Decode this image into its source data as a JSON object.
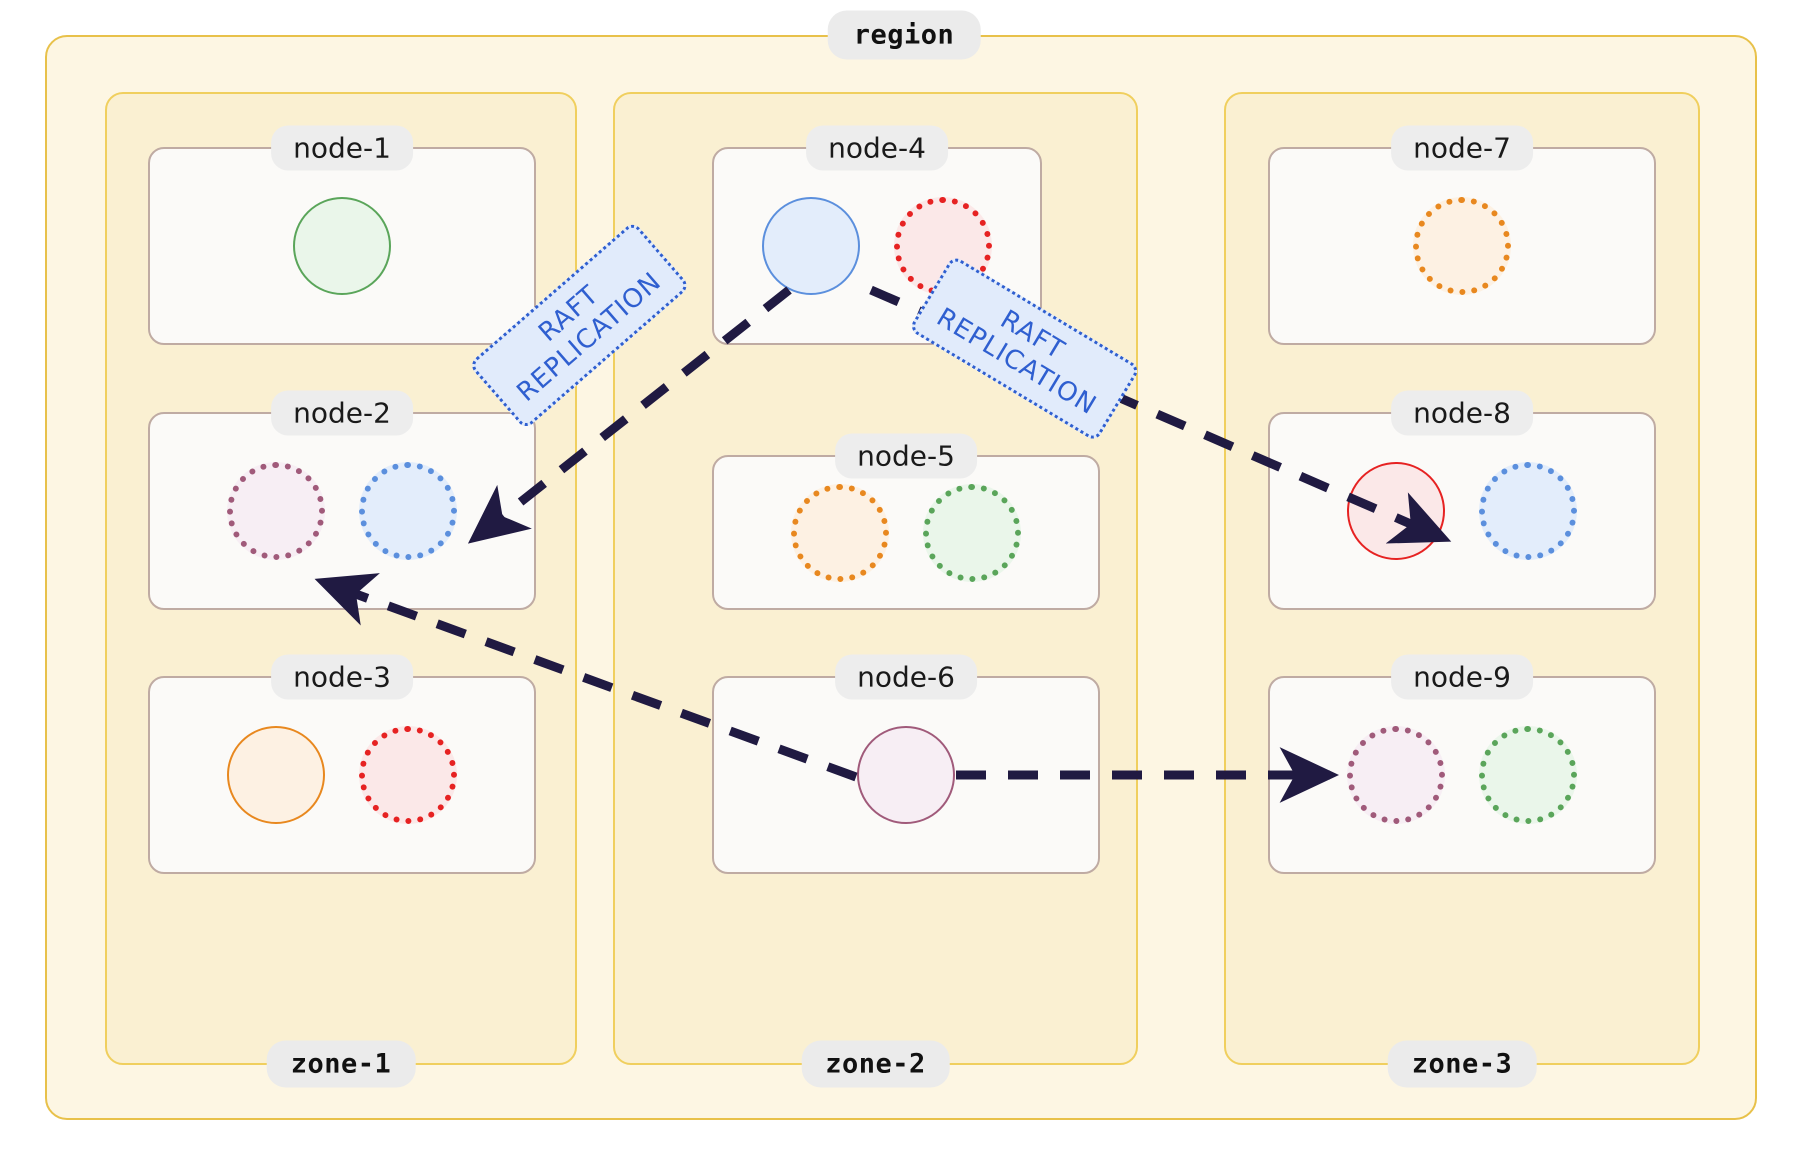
{
  "region": {
    "label": "region"
  },
  "zones": [
    {
      "id": "zone-1",
      "label": "zone-1"
    },
    {
      "id": "zone-2",
      "label": "zone-2"
    },
    {
      "id": "zone-3",
      "label": "zone-3"
    }
  ],
  "nodes": [
    {
      "id": "node-1",
      "label": "node-1",
      "zone": "zone-1",
      "row": 1,
      "shards": [
        {
          "color": "#5aa55a",
          "fill": "#eaf6ea",
          "style": "solid"
        }
      ]
    },
    {
      "id": "node-2",
      "label": "node-2",
      "zone": "zone-1",
      "row": 2,
      "shards": [
        {
          "color": "#a05a7a",
          "fill": "#f7eef4",
          "style": "dotted"
        },
        {
          "color": "#5b8fdd",
          "fill": "#e3edfb",
          "style": "dotted"
        }
      ]
    },
    {
      "id": "node-3",
      "label": "node-3",
      "zone": "zone-1",
      "row": 3,
      "shards": [
        {
          "color": "#e8881f",
          "fill": "#fdf1e3",
          "style": "solid"
        },
        {
          "color": "#e62222",
          "fill": "#fbe8e8",
          "style": "dotted"
        }
      ]
    },
    {
      "id": "node-4",
      "label": "node-4",
      "zone": "zone-2",
      "row": 1,
      "shards": [
        {
          "color": "#5b8fdd",
          "fill": "#e3edfb",
          "style": "solid"
        },
        {
          "color": "#e62222",
          "fill": "#fbe8e8",
          "style": "dotted"
        }
      ]
    },
    {
      "id": "node-5",
      "label": "node-5",
      "zone": "zone-2",
      "row": 2,
      "shards": [
        {
          "color": "#e8881f",
          "fill": "#fdf1e3",
          "style": "dotted"
        },
        {
          "color": "#5aa55a",
          "fill": "#eaf6ea",
          "style": "dotted"
        }
      ]
    },
    {
      "id": "node-6",
      "label": "node-6",
      "zone": "zone-2",
      "row": 3,
      "shards": [
        {
          "color": "#a05a7a",
          "fill": "#f7eef4",
          "style": "solid"
        }
      ]
    },
    {
      "id": "node-7",
      "label": "node-7",
      "zone": "zone-3",
      "row": 1,
      "shards": [
        {
          "color": "#e8881f",
          "fill": "#fdf1e3",
          "style": "dotted"
        }
      ]
    },
    {
      "id": "node-8",
      "label": "node-8",
      "zone": "zone-3",
      "row": 2,
      "shards": [
        {
          "color": "#e62222",
          "fill": "#fbe8e8",
          "style": "solid"
        },
        {
          "color": "#5b8fdd",
          "fill": "#e3edfb",
          "style": "dotted"
        }
      ]
    },
    {
      "id": "node-9",
      "label": "node-9",
      "zone": "zone-3",
      "row": 3,
      "shards": [
        {
          "color": "#a05a7a",
          "fill": "#f7eef4",
          "style": "dotted"
        },
        {
          "color": "#5aa55a",
          "fill": "#eaf6ea",
          "style": "dotted"
        }
      ]
    }
  ],
  "edges": [
    {
      "id": "edge-node4-node2",
      "from": "node-4",
      "to": "node-2",
      "label": "RAFT\nREPLICATION"
    },
    {
      "id": "edge-node4-node8",
      "from": "node-4",
      "to": "node-8",
      "label": "RAFT\nREPLICATION"
    },
    {
      "id": "edge-node6-node2",
      "from": "node-6",
      "to": "node-2",
      "label": ""
    },
    {
      "id": "edge-node6-node9",
      "from": "node-6",
      "to": "node-9",
      "label": ""
    }
  ],
  "raft_labels": [
    {
      "id": "raft-label-left",
      "text": "RAFT\nREPLICATION"
    },
    {
      "id": "raft-label-right",
      "text": "RAFT\nREPLICATION"
    }
  ],
  "colors": {
    "region_bg": "#fdf6e3",
    "region_border": "#e8c14a",
    "zone_bg": "#faf0d2",
    "zone_border": "#f0cf5e",
    "node_bg": "#fbfaf8",
    "node_border": "#bfaba3",
    "label_pill_bg": "#ebebeb",
    "edge": "#201a42",
    "raft_bg": "#e1ebfb",
    "raft_border": "#2f5fd0",
    "raft_text": "#2f5fd0"
  }
}
